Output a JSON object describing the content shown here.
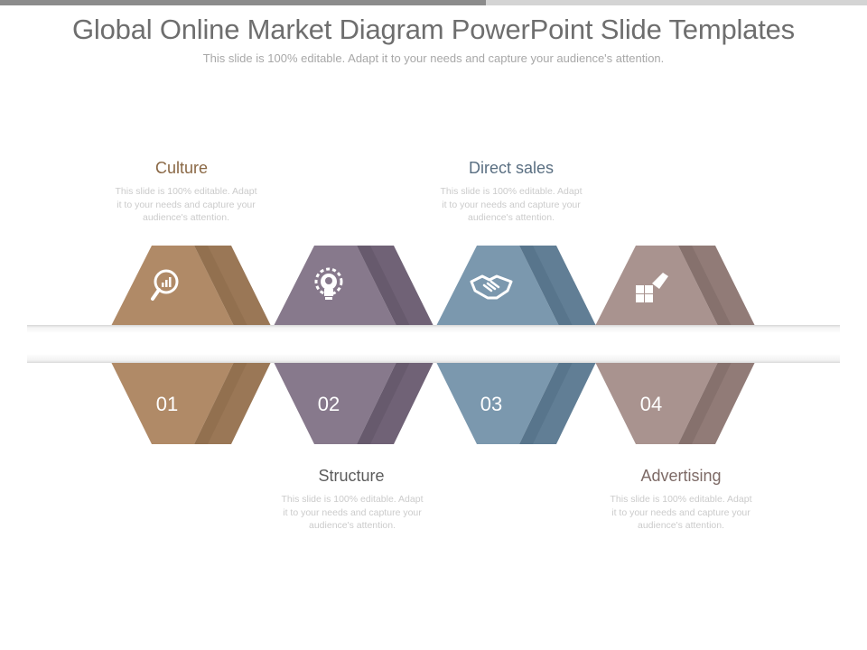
{
  "title": "Global Online Market Diagram PowerPoint Slide Templates",
  "subtitle": "This slide is 100% editable. Adapt it to your needs and capture your audience's attention.",
  "steps": [
    {
      "number": "01",
      "heading": "Culture",
      "text": "This slide is 100% editable. Adapt it to your needs and capture your audience's attention.",
      "icon": "magnifier-chart-icon",
      "color": "#b08a67",
      "heading_color": "#8a6845"
    },
    {
      "number": "02",
      "heading": "Structure",
      "text": "This slide is 100% editable. Adapt it to your needs and capture your audience's attention.",
      "icon": "lightbulb-gear-icon",
      "color": "#87798c",
      "heading_color": "#5c5c5c"
    },
    {
      "number": "03",
      "heading": "Direct sales",
      "text": "This slide is 100% editable. Adapt it to your needs and capture your audience's attention.",
      "icon": "handshake-icon",
      "color": "#7b98ae",
      "heading_color": "#5a6f82"
    },
    {
      "number": "04",
      "heading": "Advertising",
      "text": "This slide is 100% editable. Adapt it to your needs and capture your audience's attention.",
      "icon": "puzzle-hand-icon",
      "color": "#a9938f",
      "heading_color": "#7d6a66"
    }
  ]
}
